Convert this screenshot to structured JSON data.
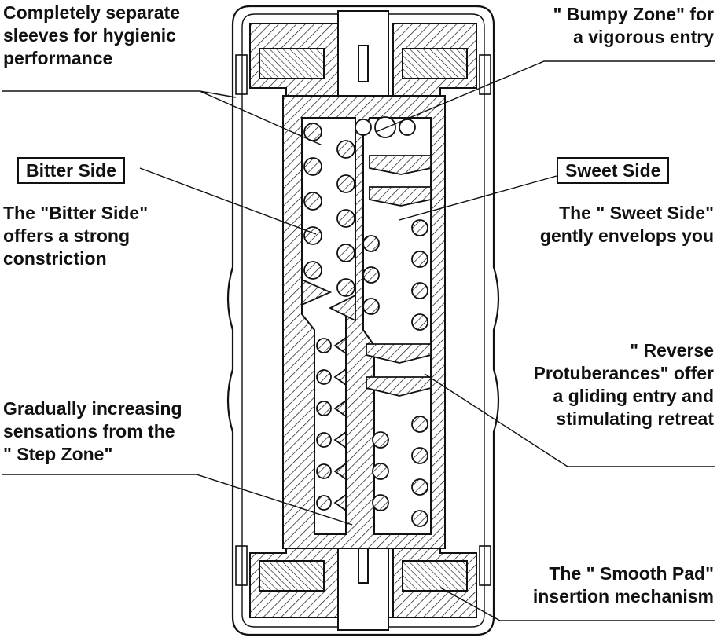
{
  "labels": {
    "separate_sleeves": "Completely separate\nsleeves for hygienic\nperformance",
    "bumpy_zone": "\" Bumpy Zone\" for\na vigorous entry",
    "bitter_side_box": "Bitter Side",
    "sweet_side_box": "Sweet Side",
    "bitter_side_desc": "The \"Bitter Side\"\noffers a strong\nconstriction",
    "sweet_side_desc": "The \" Sweet Side\"\ngently envelops you",
    "reverse_protuberances": "\" Reverse\nProtuberances\" offer\na gliding entry and\nstimulating retreat",
    "step_zone": "Gradually increasing\nsensations from the\n\" Step Zone\"",
    "smooth_pad": "The \" Smooth Pad\"\ninsertion mechanism"
  },
  "colors": {
    "line": "#111111",
    "fill": "#ffffff"
  }
}
